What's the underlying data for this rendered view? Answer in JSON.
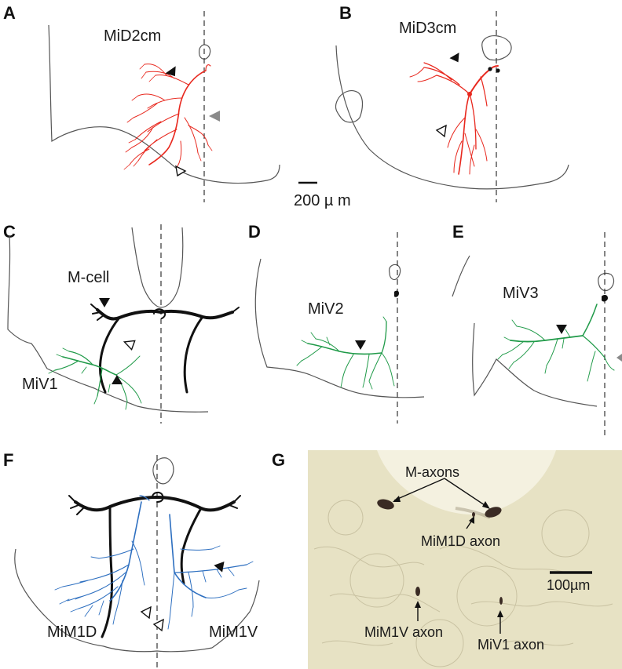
{
  "panels": {
    "A": {
      "letter": "A",
      "cell": "MiD2cm"
    },
    "B": {
      "letter": "B",
      "cell": "MiD3cm"
    },
    "C": {
      "letter": "C",
      "mcell": "M-cell",
      "cell": "MiV1"
    },
    "D": {
      "letter": "D",
      "cell": "MiV2"
    },
    "E": {
      "letter": "E",
      "cell": "MiV3"
    },
    "F": {
      "letter": "F",
      "left": "MiM1D",
      "right": "MiM1V"
    },
    "G": {
      "letter": "G",
      "m_axons": "M-axons",
      "mim1d_axon": "MiM1D axon",
      "mim1v_axon": "MiM1V axon",
      "miv1_axon": "MiV1 axon",
      "scale": "100µm"
    }
  },
  "scale_bar": "200 µ m",
  "colors": {
    "dorsal_cells": "#e8281e",
    "ventral_cells": "#1f9a48",
    "medial_cells": "#2d6fc0",
    "mauthner": "#111111",
    "tissue": "#e7e2c4"
  }
}
